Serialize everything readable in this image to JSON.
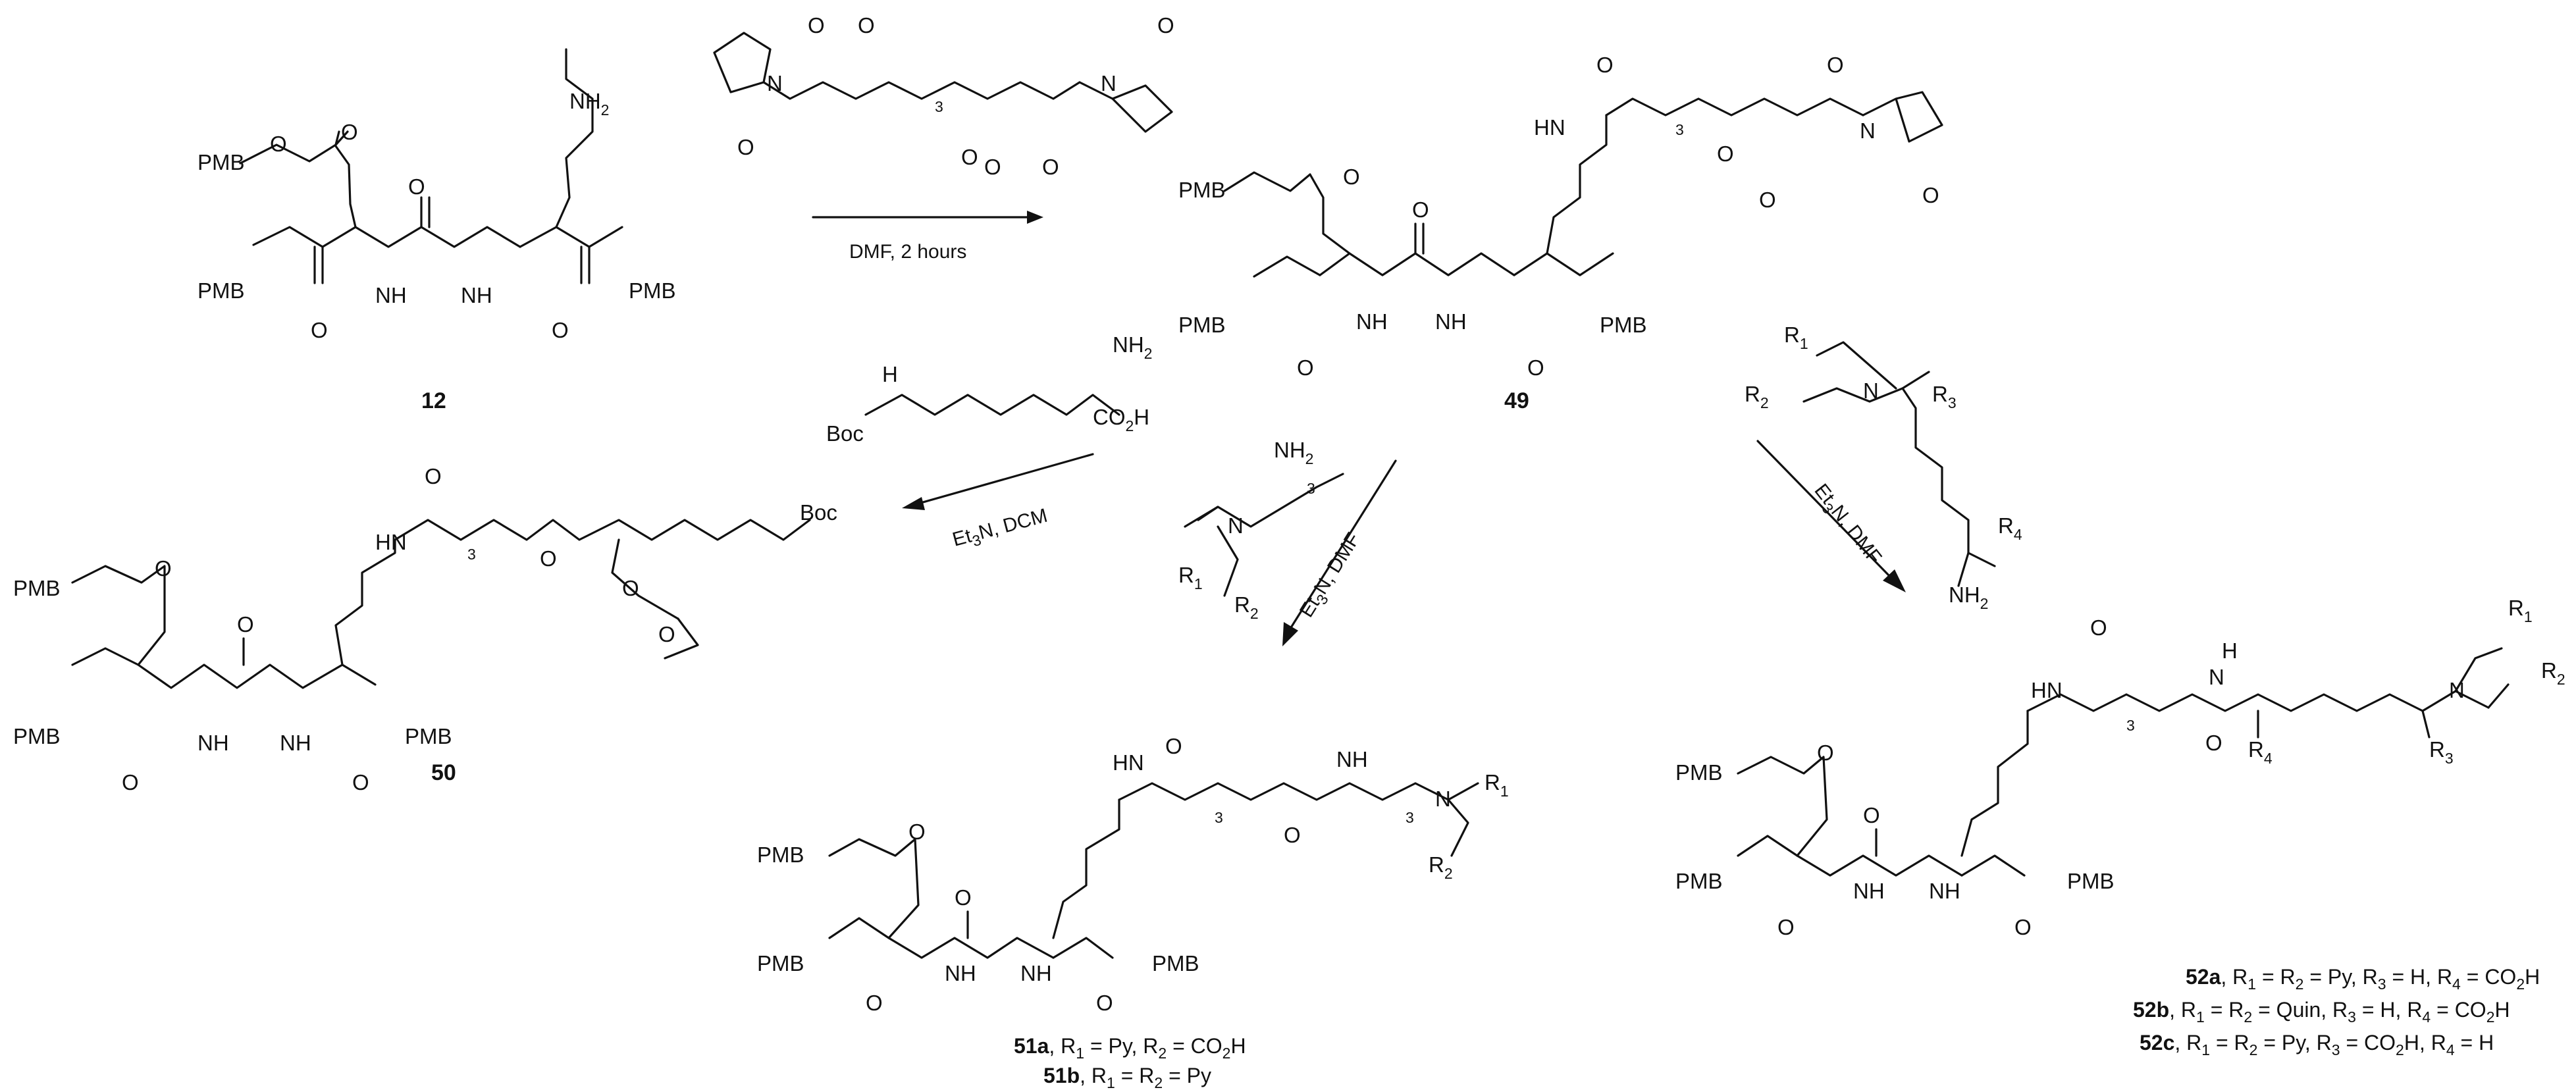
{
  "compounds": {
    "c12": "12",
    "c49": "49",
    "c50": "50"
  },
  "atoms": {
    "pmb": "PMB",
    "nh": "NH",
    "hn": "HN",
    "o": "O",
    "n": "N",
    "nh2": "NH",
    "h": "H",
    "boc": "Boc",
    "co2h": "CO",
    "r": "R"
  },
  "subscripts": {
    "two": "2",
    "three": "3",
    "one": "1",
    "four": "4"
  },
  "conditions": {
    "step1": "DMF, 2 hours",
    "step2_base": "Et",
    "step2_rest": "N, DCM",
    "step3_rest": "N, DMF",
    "step4_rest": "N, DMF"
  },
  "legends": {
    "l51a": [
      "51a",
      ", R",
      " = Py, R",
      " = CO",
      "H"
    ],
    "l51b": [
      "51b",
      ", R",
      " = R",
      " = Py"
    ],
    "l52a": [
      "52a",
      ", R",
      " = R",
      " = Py, R",
      " = H, R",
      " = CO",
      "H"
    ],
    "l52b": [
      "52b",
      ", R",
      " = R",
      " = Quin, R",
      " = H, R",
      " = CO",
      "H"
    ],
    "l52c": [
      "52c",
      ", R",
      " = R",
      " = Py, R",
      " = CO",
      "H, R",
      " = H"
    ]
  }
}
